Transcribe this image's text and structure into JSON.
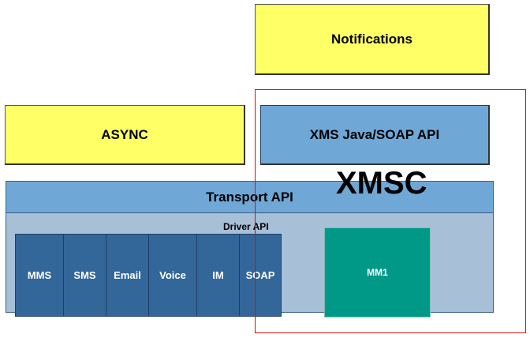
{
  "boxes": {
    "notifications": "Notifications",
    "async": "ASYNC",
    "xms_api": "XMS Java/SOAP API",
    "transport_api": "Transport API",
    "driver_api": "Driver API",
    "xmsc": "XMSC",
    "mm1": "MM1"
  },
  "drivers": [
    "MMS",
    "SMS",
    "Email",
    "Voice",
    "IM",
    "SOAP"
  ],
  "colors": {
    "yellow": "#ffff66",
    "api_blue": "#6fa8d6",
    "driver_blue": "#336699",
    "driver_area": "#a8bfd8",
    "teal": "#009988",
    "frame_red": "#d01010"
  }
}
